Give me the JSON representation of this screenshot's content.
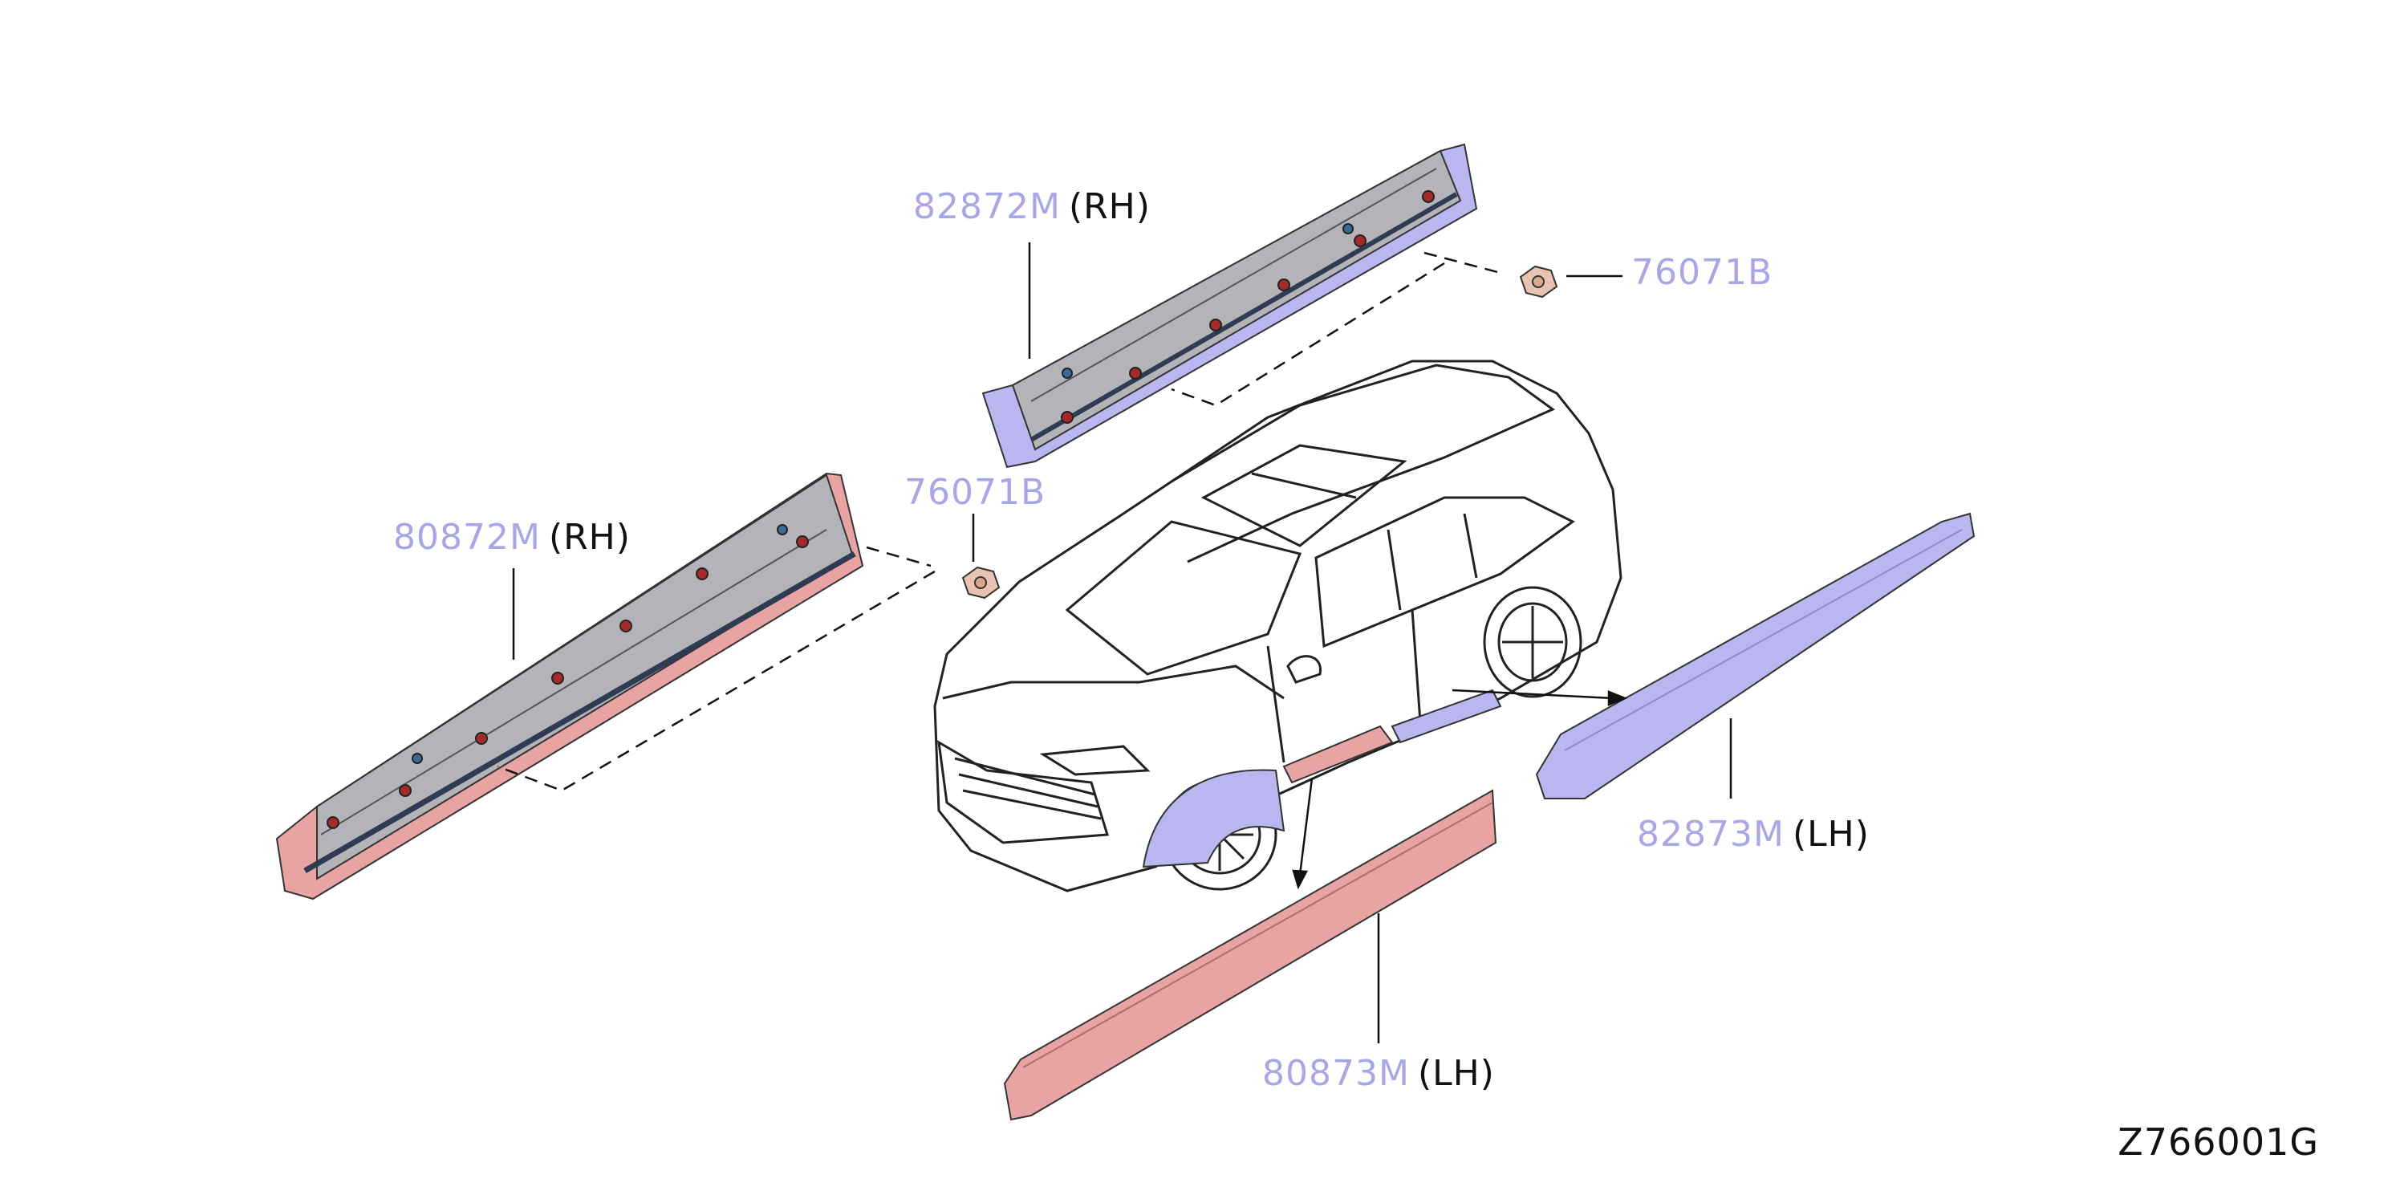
{
  "callouts": {
    "part_82872m": {
      "number": "82872M",
      "side": "(RH)"
    },
    "nut_upper": {
      "number": "76071B"
    },
    "nut_lower": {
      "number": "76071B"
    },
    "part_80872m": {
      "number": "80872M",
      "side": "(RH)"
    },
    "part_82873m": {
      "number": "82873M",
      "side": "(LH)"
    },
    "part_80873m": {
      "number": "80873M",
      "side": "(LH)"
    }
  },
  "drawing_code": "Z766001G",
  "colors": {
    "callout_text": "#a9a6e6",
    "label_text": "#111111",
    "front_moulding": "#e8a3a3",
    "rear_moulding": "#b9b6f0",
    "nut": "#e9c2b0",
    "line": "#222222"
  }
}
